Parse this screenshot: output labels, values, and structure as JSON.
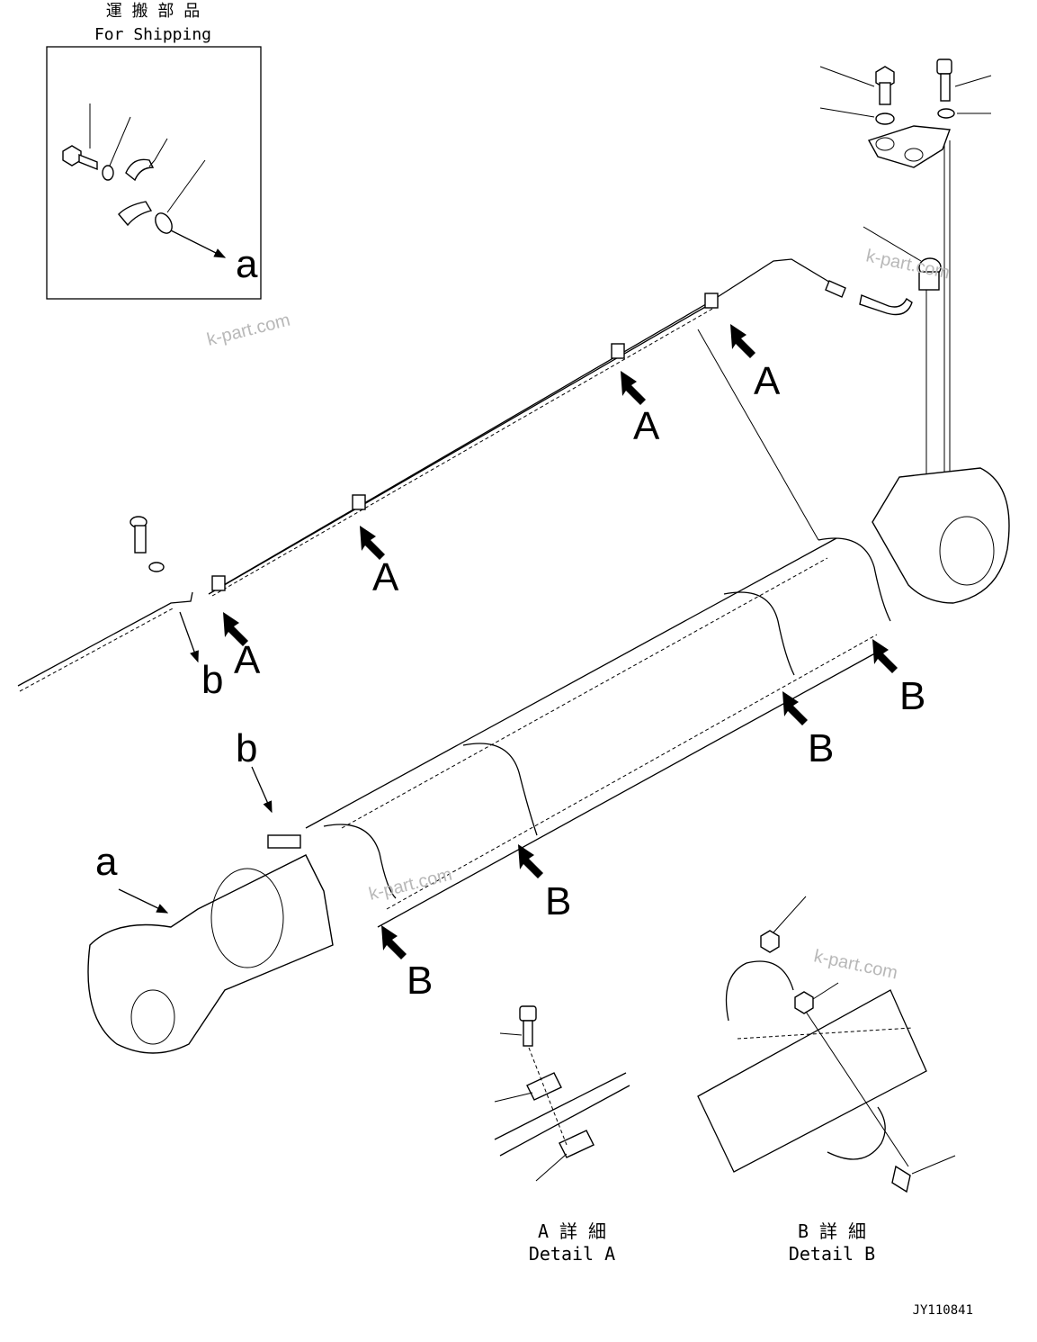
{
  "shipping": {
    "title_jp": "運 搬 部 品",
    "title_en": "For Shipping"
  },
  "callouts": {
    "a_inset": "a",
    "b_sensor": "b",
    "b_label": "b",
    "a_label": "a"
  },
  "view_markers": {
    "A": [
      "A",
      "A",
      "A",
      "A"
    ],
    "B": [
      "B",
      "B",
      "B",
      "B"
    ]
  },
  "details": {
    "a_jp": "A 詳 細",
    "a_en": "Detail A",
    "b_jp": "B 詳 細",
    "b_en": "Detail B"
  },
  "watermark": [
    "k-part.com",
    "k-part.com",
    "k-part.com",
    "k-part.com"
  ],
  "drawing_number": "JY110841"
}
